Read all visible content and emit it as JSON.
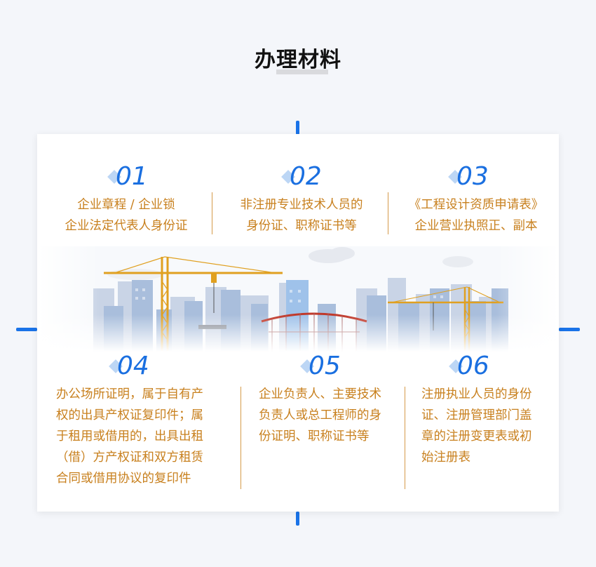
{
  "page": {
    "title": "办理材料"
  },
  "items": [
    {
      "num": "01",
      "lines": "企业章程 / 企业锁\n企业法定代表人身份证"
    },
    {
      "num": "02",
      "lines": "非注册专业技术人员的\n身份证、职称证书等"
    },
    {
      "num": "03",
      "lines": "《工程设计资质申请表》\n企业营业执照正、副本"
    },
    {
      "num": "04",
      "lines": "办公场所证明，属于自有产\n权的出具产权证复印件；属\n于租用或借用的，出具出租\n（借）方产权证和双方租赁\n合同或借用协议的复印件"
    },
    {
      "num": "05",
      "lines": "企业负责人、主要技术\n负责人或总工程师的身\n份证明、职称证书等"
    },
    {
      "num": "06",
      "lines": "注册执业人员的身份\n证、注册管理部门盖\n章的注册变更表或初\n始注册表"
    }
  ],
  "colors": {
    "accent": "#1a6fe0",
    "text": "#c8801e",
    "divider": "#d59a4a"
  },
  "illustration": {
    "icon": "construction-cityscape-illustration"
  }
}
